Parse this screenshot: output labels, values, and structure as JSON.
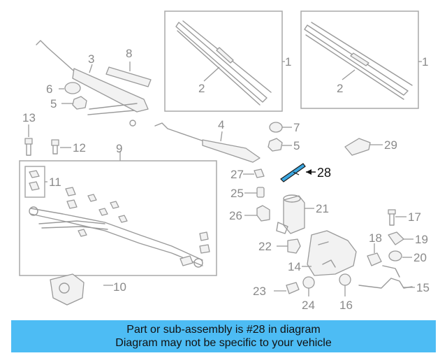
{
  "colors": {
    "highlight": "#3aa6e0",
    "banner_bg": "#4dbcf4",
    "part_stroke": "#9a9a9a"
  },
  "labels": {
    "p1a": "1",
    "p1b": "1",
    "p2a": "2",
    "p2b": "2",
    "p2c": "2",
    "p3": "3",
    "p4": "4",
    "p5a": "5",
    "p5b": "5",
    "p6": "6",
    "p7": "7",
    "p8": "8",
    "p9": "9",
    "p10": "10",
    "p11": "11",
    "p12": "12",
    "p13": "13",
    "p14": "14",
    "p15": "15",
    "p16": "16",
    "p17": "17",
    "p18": "18",
    "p19": "19",
    "p20": "20",
    "p21": "21",
    "p22": "22",
    "p23": "23",
    "p24": "24",
    "p25": "25",
    "p26": "26",
    "p27": "27",
    "p28": "28",
    "p29": "29"
  },
  "banner": {
    "line1": "Part or sub-assembly is #28 in diagram",
    "line2": "Diagram may not be specific to your vehicle"
  }
}
